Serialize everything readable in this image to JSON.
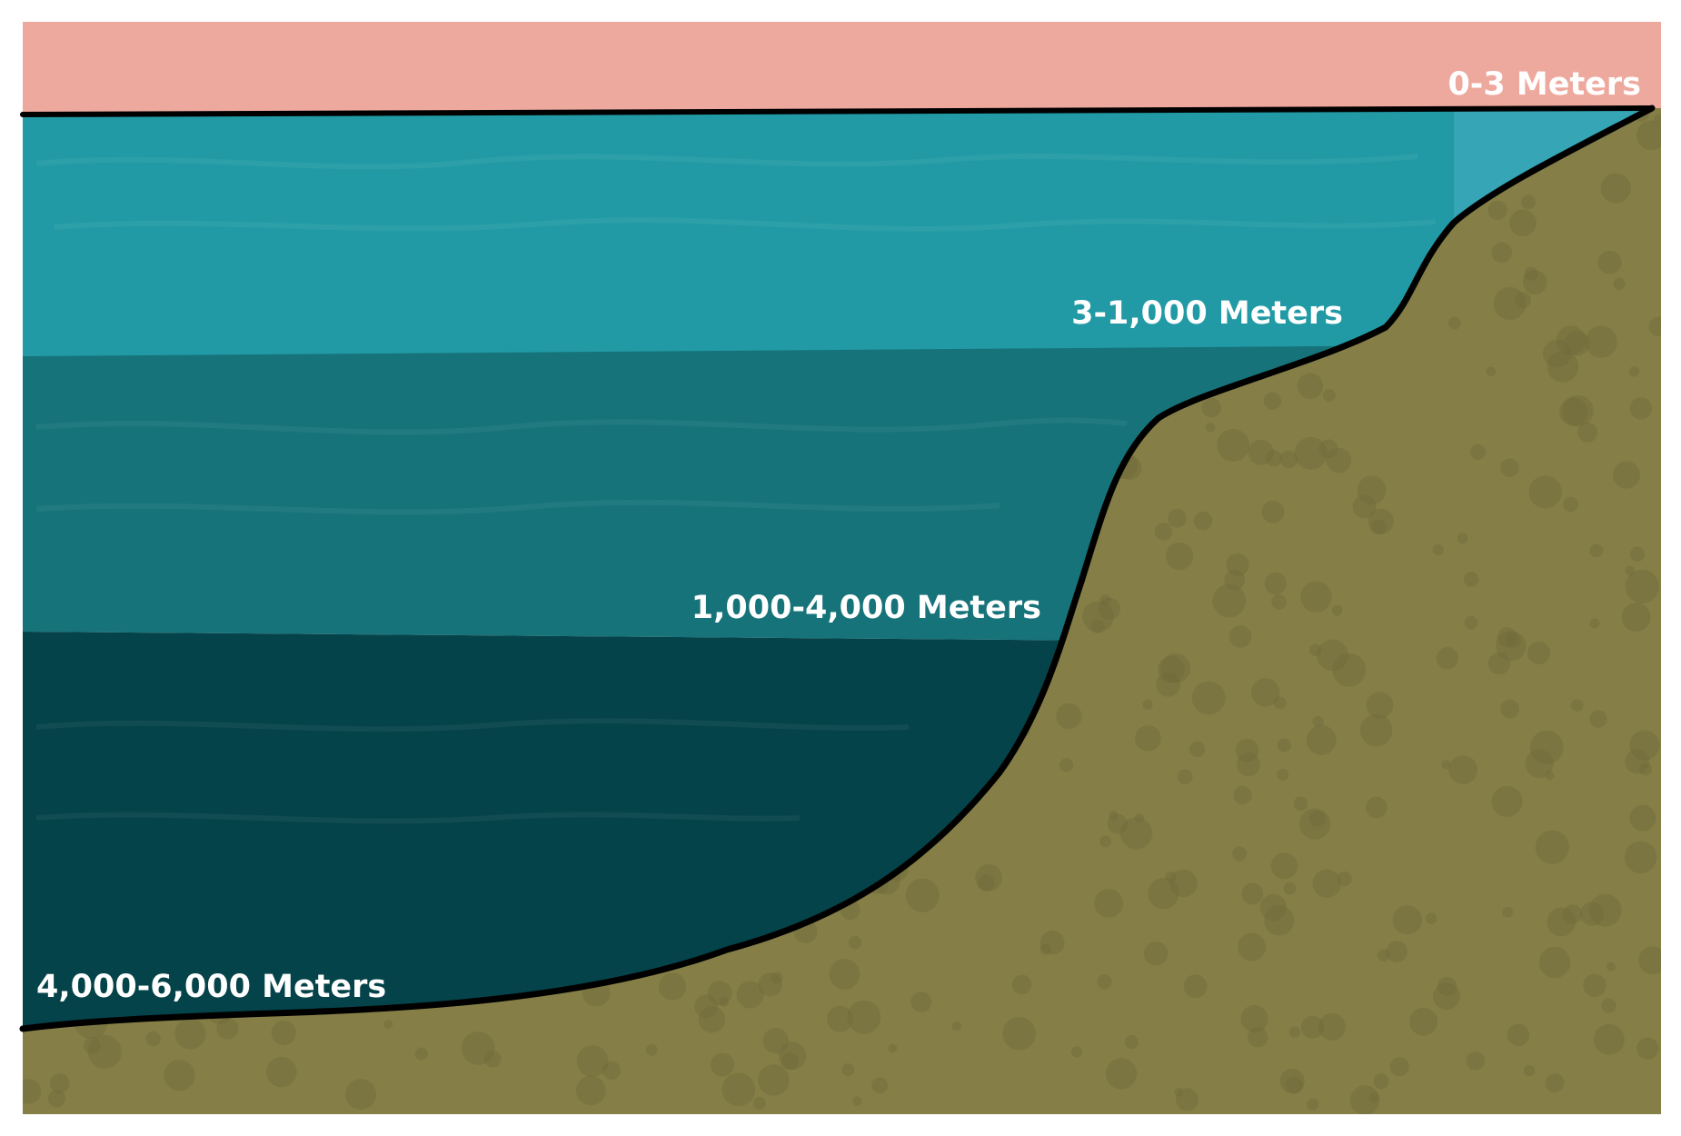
{
  "zones": [
    {
      "id": "surface",
      "label": "0-3 Meters",
      "color": "#eea99f"
    },
    {
      "id": "upper",
      "label": "3-1,000 Meters",
      "color": "#219aa5"
    },
    {
      "id": "middle",
      "label": "1,000-4,000 Meters",
      "color": "#16737a"
    },
    {
      "id": "deep",
      "label": "4,000-6,000 Meters",
      "color": "#044349"
    }
  ],
  "colors": {
    "seafloor": "#857f47",
    "pebble": "#6f6a3a",
    "outline": "#000000",
    "shallow_water": "#36a6b6"
  }
}
